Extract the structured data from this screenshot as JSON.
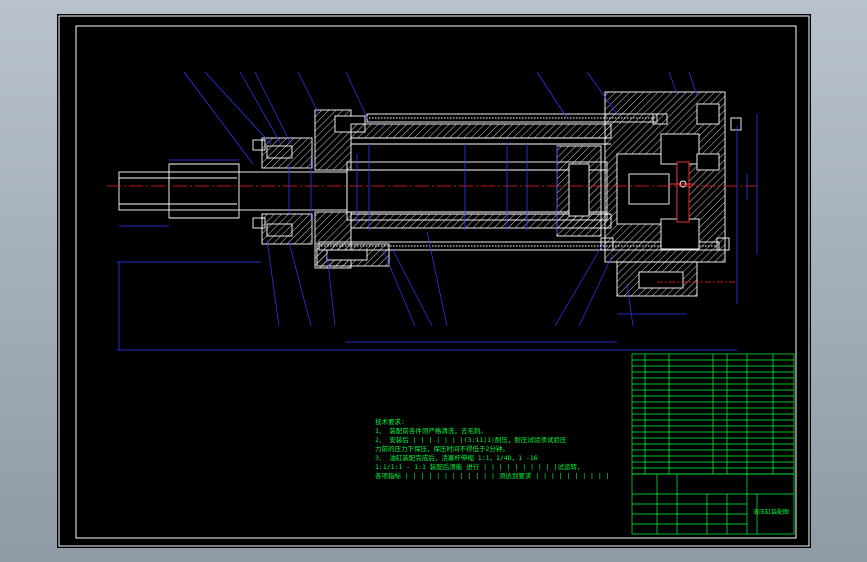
{
  "colors": {
    "background": "#000000",
    "outline": "#ffffff",
    "frame_blue": "#3a4cff",
    "hatch": "#ffffff",
    "centerline": "#ff2020",
    "dimension": "#2a3cff",
    "text_green": "#00ff3c",
    "table_green": "#00ff3c",
    "desktop": "#a9b3bd"
  },
  "notes": {
    "heading": "技术要求:",
    "lines": [
      "1、 装配前各件须严格清洗，去毛刺。",
      "2、 安装后 | | | | | | |(3:11|1|耐压，耐压试验须试验压",
      "力前的压力下保压，保压时间不得低于2分钟。",
      "3、 油缸装配完成后，活塞杆伸缩 1:1，1/4D，1 -16",
      "1:1/1:1 - 1:1 装配后须能 进行 | | | | | | | | | |试运转，",
      "各项指标 | | | | | | | | | | | | 须达到要求 | | | | | | | | | |"
    ]
  },
  "title_block": {
    "drawing_name": "液压缸装配图"
  }
}
